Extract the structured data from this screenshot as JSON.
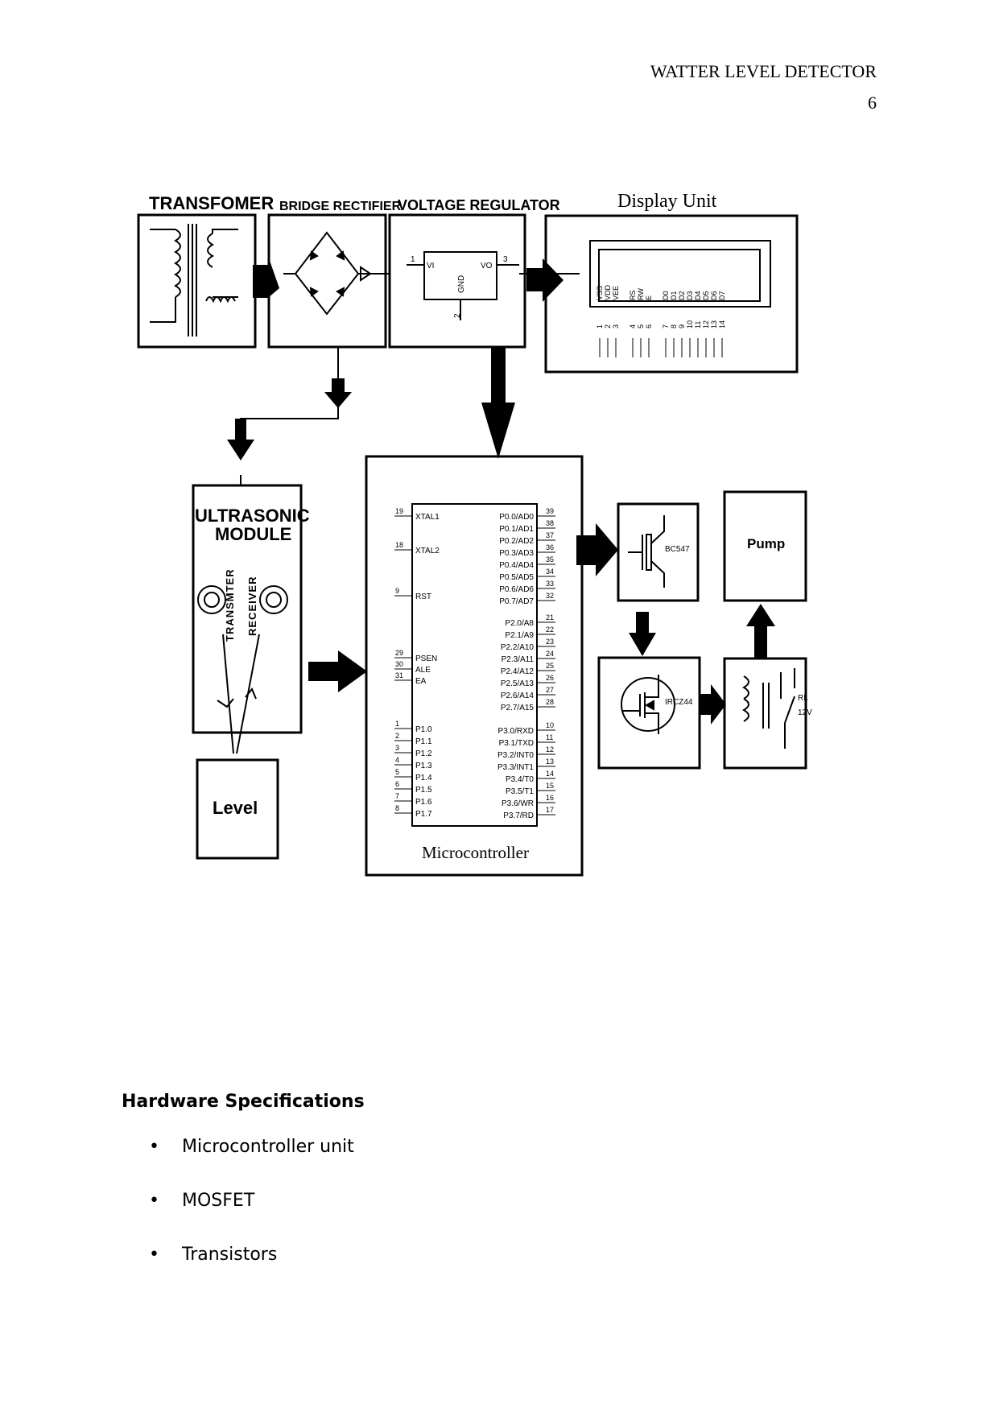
{
  "header": {
    "title": "WATTER LEVEL DETECTOR",
    "page_number": "6"
  },
  "diagram": {
    "transformer": "TRANSFOMER",
    "bridge_rectifier": "BRIDGE RECTIFIER",
    "voltage_regulator": "VOLTAGE REGULATOR",
    "vr_pins": {
      "vi": "VI",
      "vo": "VO",
      "gnd": "GND",
      "p1": "1",
      "p2": "2",
      "p3": "3"
    },
    "display_unit": "Display Unit",
    "lcd_pins": [
      "VSS",
      "VDD",
      "VEE",
      "RS",
      "RW",
      "E",
      "D0",
      "D1",
      "D2",
      "D3",
      "D4",
      "D5",
      "D6",
      "D7"
    ],
    "lcd_pin_numbers": [
      "1",
      "2",
      "3",
      "4",
      "5",
      "6",
      "7",
      "8",
      "9",
      "10",
      "11",
      "12",
      "13",
      "14"
    ],
    "ultrasonic_line1": "ULTRASONIC",
    "ultrasonic_line2": "MODULE",
    "transmitter": "TRANSMTER",
    "receiver": "RECEIVER",
    "level": "Level",
    "microcontroller": "Microcontroller",
    "mcu_left_pins": [
      {
        "num": "19",
        "name": "XTAL1"
      },
      {
        "num": "18",
        "name": "XTAL2"
      },
      {
        "num": "9",
        "name": "RST"
      },
      {
        "num": "29",
        "name": "PSEN"
      },
      {
        "num": "30",
        "name": "ALE"
      },
      {
        "num": "31",
        "name": "EA"
      },
      {
        "num": "1",
        "name": "P1.0"
      },
      {
        "num": "2",
        "name": "P1.1"
      },
      {
        "num": "3",
        "name": "P1.2"
      },
      {
        "num": "4",
        "name": "P1.3"
      },
      {
        "num": "5",
        "name": "P1.4"
      },
      {
        "num": "6",
        "name": "P1.5"
      },
      {
        "num": "7",
        "name": "P1.6"
      },
      {
        "num": "8",
        "name": "P1.7"
      }
    ],
    "mcu_right_pins": [
      {
        "num": "39",
        "name": "P0.0/AD0"
      },
      {
        "num": "38",
        "name": "P0.1/AD1"
      },
      {
        "num": "37",
        "name": "P0.2/AD2"
      },
      {
        "num": "36",
        "name": "P0.3/AD3"
      },
      {
        "num": "35",
        "name": "P0.4/AD4"
      },
      {
        "num": "34",
        "name": "P0.5/AD5"
      },
      {
        "num": "33",
        "name": "P0.6/AD6"
      },
      {
        "num": "32",
        "name": "P0.7/AD7"
      },
      {
        "num": "21",
        "name": "P2.0/A8"
      },
      {
        "num": "22",
        "name": "P2.1/A9"
      },
      {
        "num": "23",
        "name": "P2.2/A10"
      },
      {
        "num": "24",
        "name": "P2.3/A11"
      },
      {
        "num": "25",
        "name": "P2.4/A12"
      },
      {
        "num": "26",
        "name": "P2.5/A13"
      },
      {
        "num": "27",
        "name": "P2.6/A14"
      },
      {
        "num": "28",
        "name": "P2.7/A15"
      },
      {
        "num": "10",
        "name": "P3.0/RXD"
      },
      {
        "num": "11",
        "name": "P3.1/TXD"
      },
      {
        "num": "12",
        "name": "P3.2/INT0"
      },
      {
        "num": "13",
        "name": "P3.3/INT1"
      },
      {
        "num": "14",
        "name": "P3.4/T0"
      },
      {
        "num": "15",
        "name": "P3.5/T1"
      },
      {
        "num": "16",
        "name": "P3.6/WR"
      },
      {
        "num": "17",
        "name": "P3.7/RD"
      }
    ],
    "transistor": "BC547",
    "mosfet": "IRCZ44",
    "pump": "Pump",
    "relay": "RL",
    "relay_voltage": "12V"
  },
  "section_title": "Hardware Specifications",
  "specs": [
    "Microcontroller unit",
    "MOSFET",
    "Transistors"
  ],
  "bullet": "•"
}
